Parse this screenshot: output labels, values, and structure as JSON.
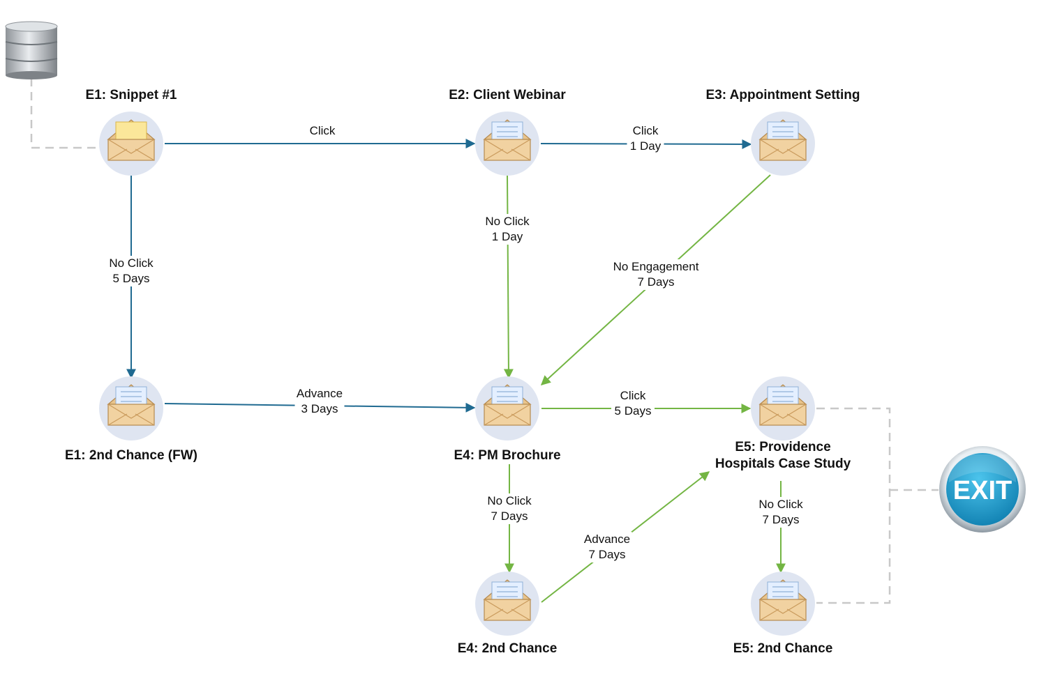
{
  "colors": {
    "blue_edge": "#1f6a91",
    "green_edge": "#73b543",
    "dashed": "#c8c8c8",
    "node_circle": "#dfe5f1",
    "exit_blue": "#1ba0cf"
  },
  "source_icon": "database-icon",
  "nodes": [
    {
      "id": "e1",
      "title": "E1: Snippet #1",
      "icon": "envelope-open-yellow-icon"
    },
    {
      "id": "e2",
      "title": "E2: Client Webinar",
      "icon": "envelope-open-letter-icon"
    },
    {
      "id": "e3",
      "title": "E3: Appointment Setting",
      "icon": "envelope-open-letter-icon"
    },
    {
      "id": "e1b",
      "title": "E1: 2nd Chance (FW)",
      "icon": "envelope-open-letter-icon"
    },
    {
      "id": "e4",
      "title": "E4: PM Brochure",
      "icon": "envelope-open-letter-icon"
    },
    {
      "id": "e5",
      "title_lines": [
        "E5: Providence",
        "Hospitals Case Study"
      ],
      "icon": "envelope-open-letter-icon"
    },
    {
      "id": "e4b",
      "title": "E4: 2nd Chance",
      "icon": "envelope-open-letter-icon"
    },
    {
      "id": "e5b",
      "title": "E5: 2nd Chance",
      "icon": "envelope-open-letter-icon"
    }
  ],
  "edges": [
    {
      "from": "e1",
      "to": "e2",
      "color": "blue",
      "label": [
        "Click"
      ]
    },
    {
      "from": "e2",
      "to": "e3",
      "color": "blue",
      "label": [
        "Click",
        "1 Day"
      ]
    },
    {
      "from": "e1",
      "to": "e1b",
      "color": "blue",
      "label": [
        "No Click",
        "5 Days"
      ]
    },
    {
      "from": "e2",
      "to": "e4",
      "color": "green",
      "label": [
        "No Click",
        "1 Day"
      ]
    },
    {
      "from": "e3",
      "to": "e4",
      "color": "green",
      "label": [
        "No Engagement",
        "7 Days"
      ]
    },
    {
      "from": "e1b",
      "to": "e4",
      "color": "blue",
      "label": [
        "Advance",
        "3 Days"
      ]
    },
    {
      "from": "e4",
      "to": "e5",
      "color": "green",
      "label": [
        "Click",
        "5 Days"
      ]
    },
    {
      "from": "e4",
      "to": "e4b",
      "color": "green",
      "label": [
        "No Click",
        "7 Days"
      ]
    },
    {
      "from": "e4b",
      "to": "e5",
      "color": "green",
      "label": [
        "Advance",
        "7 Days"
      ]
    },
    {
      "from": "e5",
      "to": "e5b",
      "color": "green",
      "label": [
        "No Click",
        "7 Days"
      ]
    }
  ],
  "exit": {
    "label": "EXIT",
    "icon": "exit-button-icon"
  }
}
